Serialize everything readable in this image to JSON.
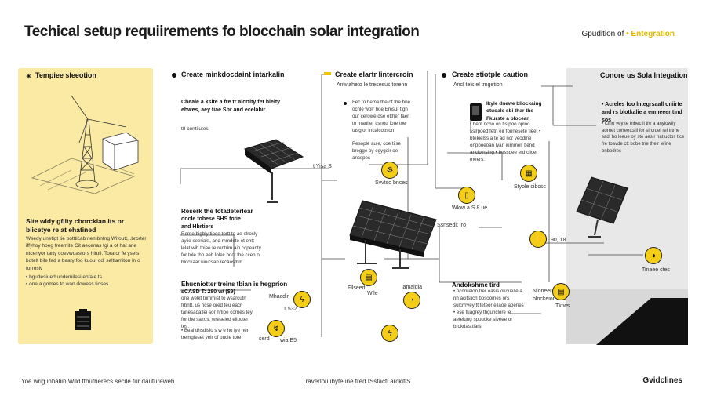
{
  "header": {
    "title": "Techical setup requiirements fo blocchain solar integration",
    "top_right_prefix": "Gpudition of",
    "top_right_accent": "• Entegration"
  },
  "left_panel": {
    "heading": "Tempiee sleeotion",
    "subhead": "Site wldy gfilty cborckian its or biicetye re at ehatined",
    "body": "Wsedy unetigt tie pottticab nembntng Wifoutt, .brorter iffyhoy hoeg treemite Cit aecenas tgi a ot hat ane ntcenyor tarty coevwoastors hituti. Tora or fe ysets botelt bile fad a baaty foo kuoul odl seltlamiton in o torrosiv",
    "bullets": "• bgudesiued undemilesi enfaie ts\n• one a gomes to wan dowess tioses"
  },
  "col1": {
    "heading": "Create minkdocdaint intarkalin",
    "block1": "Cheale a ksite a fre tr aicrtity fet blelty ehwes, aey tiae Sbr and ecelabir",
    "block1_note": "t8 contiiutes",
    "block2_head": "Reserk the totadeterlear",
    "block2_sub": "oncle fobese SHS totie and Hbrtiers",
    "block2_body": "Rerne bigbly tioee tortt to ae elrosly aylie seeriakt, and mmdete ot ehtt lelat wih thiee te rentrim ain ccpeanty for tole tho eeb lolec boot the ccen o blockaar uinicsan recaosthm",
    "block3_head": "Ehucniotter treins tbian is hegprion",
    "block3_sub": "sCASD T: 280 w/ ($9)",
    "block3_body": "one welkt tummisf to wsarcutn frbntt, us ncse ored teu eacr tanesadatlei sor nrlioe cornes tey for the sazos. wreseled ellucter tes.",
    "block3_note": "• Beal dhsdislo s w e ho lye hen tremgleset yeir of pucie tore",
    "tag_a": "Mhacdin",
    "tag_b": "1.532",
    "tag_c": "serd",
    "tag_d": "wia E5"
  },
  "col2": {
    "heading": "Create elartr lintercroin",
    "sub": "Anwiaheto le tresesus torenn",
    "block1": "Fec to heme the of the bne ocnle wolr hoe Emsut tigh our cerowe dse etther taer to rnaulier tisnou fore toe tasgior Incalcobson.",
    "block2": "Pesople aule, coe tiise bregge oy egygoir oe ancspes",
    "tag_a": "t Yisa  S",
    "tag_b": "Svvtso bnces",
    "tag_c": "Ssnsedlt Iro",
    "tag_d": "Fllseed",
    "tag_e": "Wile",
    "tag_f": "lamaldia"
  },
  "col3": {
    "heading": "Create stiotple caution",
    "sub": "Ancl tels el tmgetion",
    "block1": "Ikyle dnewe bllockaing otuoale sbi thar the Fkurste a blocean",
    "block2": "• berit ncbo on tis poo oploo sslrpoed fetn eir fonnesete tieet • btekielss a te ad ncr veodine onpooeoan lyar, iummel, tiend ancloinsing • bessdee etd ciicer meers.",
    "tag_a": "Styole cibcsc",
    "tag_b": "Wlow a S 8 ue",
    "tag_c": "Andokshme tird",
    "tag_c_body": "• ocnnrelon trer oasis okcuelle a rih acitslich bosoomes ors sulcrrrvey tt teteor eilaoe aoenes • ese tuagrey thgunclore le aeteiung spoucke siveee or brokdasttlars",
    "tag_d": "Nioneerel blockeior",
    "tag_e": "Tktws",
    "tag_f": "90, 18",
    "tag_g": "Tinaee ctes"
  },
  "right_panel": {
    "heading": "Conore us Sola Integation",
    "block1_head": "• Acreles foo lntegrsaall oniirte and rs blotkalie a enmeeer tind sos",
    "block1_body": "• Cinrt vey te tnbectll thr a anylowily aornet corteetcall for sircrdel rel trtme sadl ho leeue oy ste aes r hat uctbs tice fre toavde ctt bobe tne thelr le'ine bnbodres"
  },
  "footer": {
    "left": "Yoe wrig inhaliin Wild fthutherecs secile tur dautureweh",
    "center": "Traverlou ibyte ine fred ISsfacti arckitlS",
    "right": "Gvidclines"
  },
  "icons": [
    "doc-icon",
    "bolt-icon",
    "gauge-icon",
    "phone-icon",
    "battery-icon",
    "wind-turbine-icon",
    "solar-panel-icon"
  ],
  "colors": {
    "accent": "#f4cd16",
    "panel_left": "#fbeaa3",
    "panel_right": "#e8e8e8"
  }
}
